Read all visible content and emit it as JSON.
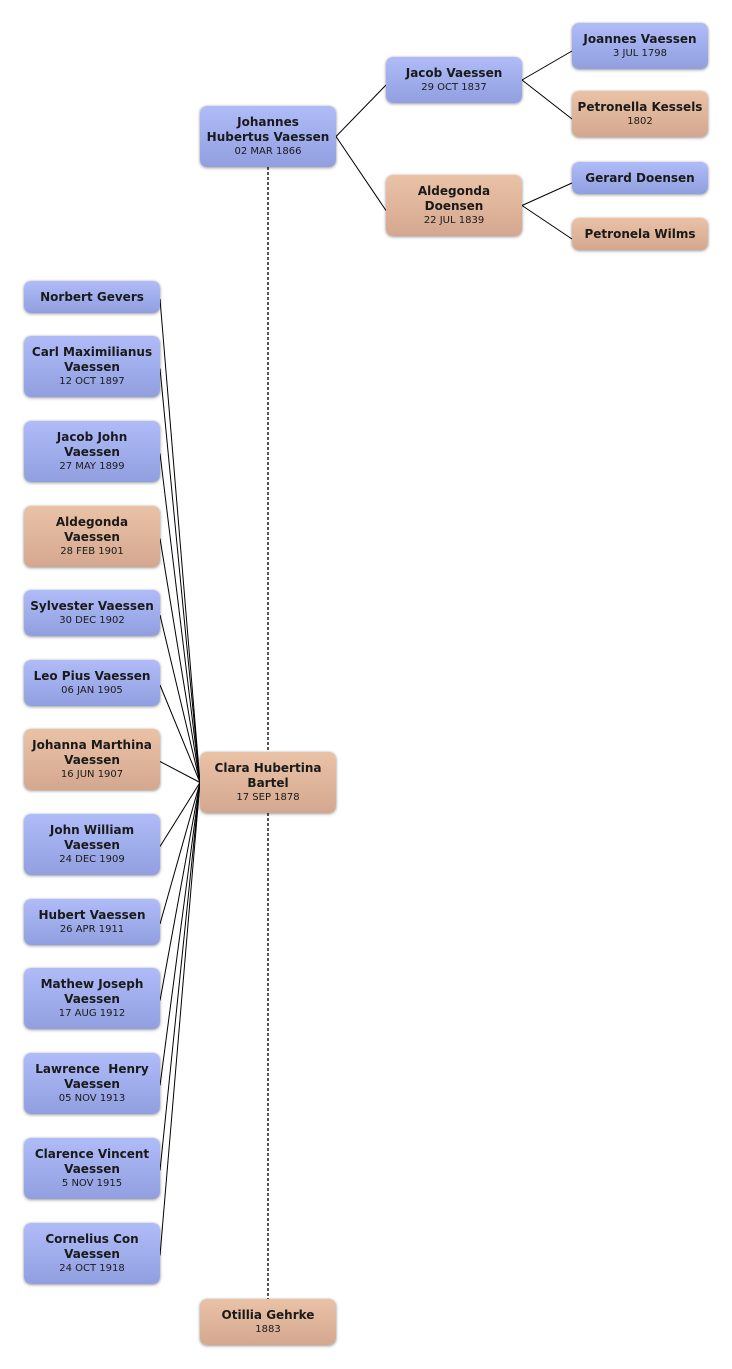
{
  "diagram": {
    "type": "family-tree",
    "colors": {
      "male": "#a3affa",
      "female": "#e2b69c",
      "line": "#000000",
      "spouse_line": "#555555"
    },
    "persons": [
      {
        "id": "johannes_hubertus",
        "name": "Johannes Hubertus Vaessen",
        "date": "02 MAR 1866",
        "sex": "male"
      },
      {
        "id": "jacob",
        "name": "Jacob Vaessen",
        "date": "29 OCT 1837",
        "sex": "male"
      },
      {
        "id": "aldegonda_doensen",
        "name": "Aldegonda Doensen",
        "date": "22 JUL 1839",
        "sex": "female"
      },
      {
        "id": "joannes",
        "name": "Joannes Vaessen",
        "date": "3 JUL 1798",
        "sex": "male"
      },
      {
        "id": "petronella_kessels",
        "name": "Petronella Kessels",
        "date": "1802",
        "sex": "female"
      },
      {
        "id": "gerard_doensen",
        "name": "Gerard Doensen",
        "date": "",
        "sex": "male"
      },
      {
        "id": "petronela_wilms",
        "name": "Petronela Wilms",
        "date": "",
        "sex": "female"
      },
      {
        "id": "clara",
        "name": "Clara Hubertina Bartel",
        "date": "17 SEP 1878",
        "sex": "female"
      },
      {
        "id": "otillia",
        "name": "Otillia Gehrke",
        "date": "1883",
        "sex": "female"
      },
      {
        "id": "norbert",
        "name": "Norbert Gevers",
        "date": "",
        "sex": "male"
      },
      {
        "id": "carl",
        "name": "Carl Maximilianus Vaessen",
        "date": "12 OCT 1897",
        "sex": "male"
      },
      {
        "id": "jacob_john",
        "name": "Jacob John Vaessen",
        "date": "27 MAY 1899",
        "sex": "male"
      },
      {
        "id": "aldegonda_v",
        "name": "Aldegonda Vaessen",
        "date": "28 FEB 1901",
        "sex": "female"
      },
      {
        "id": "sylvester",
        "name": "Sylvester Vaessen",
        "date": "30 DEC 1902",
        "sex": "male"
      },
      {
        "id": "leo",
        "name": "Leo Pius Vaessen",
        "date": "06 JAN 1905",
        "sex": "male"
      },
      {
        "id": "johanna",
        "name": "Johanna Marthina Vaessen",
        "date": "16 JUN 1907",
        "sex": "female"
      },
      {
        "id": "john_william",
        "name": "John William Vaessen",
        "date": "24 DEC 1909",
        "sex": "male"
      },
      {
        "id": "hubert",
        "name": "Hubert Vaessen",
        "date": "26 APR 1911",
        "sex": "male"
      },
      {
        "id": "mathew",
        "name": "Mathew Joseph Vaessen",
        "date": "17 AUG 1912",
        "sex": "male"
      },
      {
        "id": "lawrence",
        "name": "Lawrence  Henry Vaessen",
        "date": "05 NOV 1913",
        "sex": "male"
      },
      {
        "id": "clarence",
        "name": "Clarence Vincent Vaessen",
        "date": "5 NOV 1915",
        "sex": "male"
      },
      {
        "id": "cornelius",
        "name": "Cornelius Con Vaessen",
        "date": "24 OCT 1918",
        "sex": "male"
      }
    ],
    "parent_links": [
      [
        "johannes_hubertus",
        "jacob"
      ],
      [
        "johannes_hubertus",
        "aldegonda_doensen"
      ],
      [
        "jacob",
        "joannes"
      ],
      [
        "jacob",
        "petronella_kessels"
      ],
      [
        "aldegonda_doensen",
        "gerard_doensen"
      ],
      [
        "aldegonda_doensen",
        "petronela_wilms"
      ]
    ],
    "spouse_links": [
      [
        "johannes_hubertus",
        "clara"
      ],
      [
        "clara",
        "otillia"
      ]
    ],
    "child_links": [
      [
        "clara",
        "norbert"
      ],
      [
        "clara",
        "carl"
      ],
      [
        "clara",
        "jacob_john"
      ],
      [
        "clara",
        "aldegonda_v"
      ],
      [
        "clara",
        "sylvester"
      ],
      [
        "clara",
        "leo"
      ],
      [
        "clara",
        "johanna"
      ],
      [
        "clara",
        "john_william"
      ],
      [
        "clara",
        "hubert"
      ],
      [
        "clara",
        "mathew"
      ],
      [
        "clara",
        "lawrence"
      ],
      [
        "clara",
        "clarence"
      ],
      [
        "clara",
        "cornelius"
      ]
    ]
  }
}
